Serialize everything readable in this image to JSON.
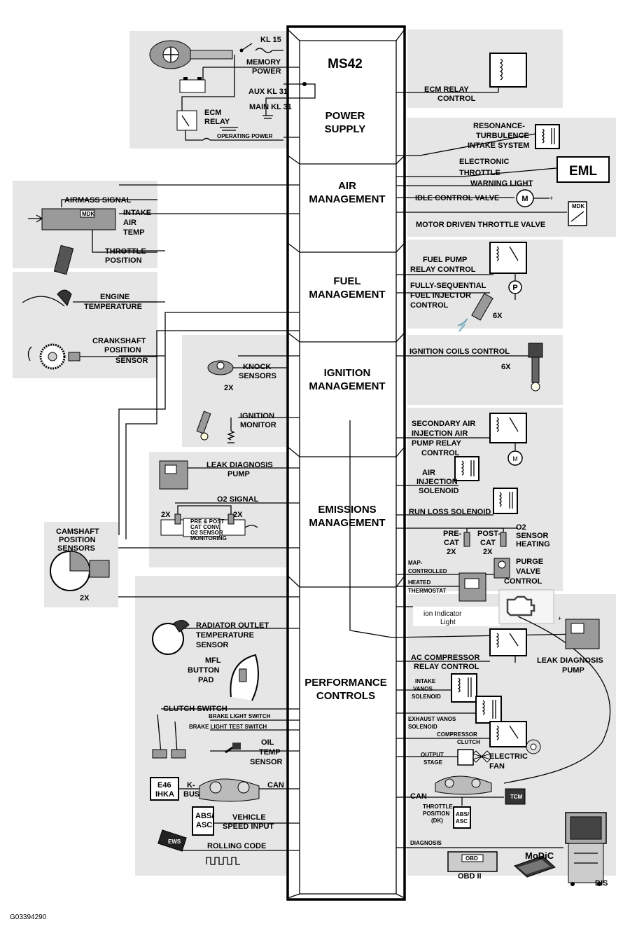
{
  "title": "MS42",
  "figure_id": "G03394290",
  "sections": {
    "power": [
      "POWER",
      "SUPPLY"
    ],
    "air": [
      "AIR",
      "MANAGEMENT"
    ],
    "fuel": [
      "FUEL",
      "MANAGEMENT"
    ],
    "ignition": [
      "IGNITION",
      "MANAGEMENT"
    ],
    "emissions": [
      "EMISSIONS",
      "MANAGEMENT"
    ],
    "performance": [
      "PERFORMANCE",
      "CONTROLS"
    ]
  },
  "left_labels": {
    "kl15": "KL 15",
    "memory_power": [
      "MEMORY",
      "POWER"
    ],
    "aux_kl31": "AUX KL 31",
    "main_kl31": "MAIN KL 31",
    "ecm_relay": [
      "ECM",
      "RELAY"
    ],
    "operating_power": "OPERATING POWER",
    "airmass_signal": "AIRMASS SIGNAL",
    "intake_air_temp": [
      "INTAKE",
      "AIR",
      "TEMP"
    ],
    "throttle_position": [
      "THROTTLE",
      "POSITION"
    ],
    "mdk": "MDK",
    "engine_temperature": [
      "ENGINE",
      "TEMPERATURE"
    ],
    "crankshaft_sensor": [
      "CRANKSHAFT",
      "POSITION",
      "SENSOR"
    ],
    "knock_sensors": [
      "KNOCK",
      "SENSORS"
    ],
    "knock_count": "2X",
    "ignition_monitor": [
      "IGNITION",
      "MONITOR"
    ],
    "leak_diagnosis_pump": [
      "LEAK DIAGNOSIS",
      "PUMP"
    ],
    "o2_signal": "O2 SIGNAL",
    "o2_left_count": "2X",
    "o2_right_count": "2X",
    "cat_label": [
      "PRE & POST",
      "CAT CONV.",
      "O2 SENSOR",
      "MONITORING"
    ],
    "camshaft_sensors": [
      "CAMSHAFT",
      "POSITION",
      "SENSORS"
    ],
    "camshaft_count": "2X",
    "radiator_outlet": [
      "RADIATOR OUTLET",
      "TEMPERATURE",
      "SENSOR"
    ],
    "mfl": [
      "MFL",
      "BUTTON",
      "PAD"
    ],
    "clutch_switch": "CLUTCH SWITCH",
    "brake_light_switch": "BRAKE LIGHT SWITCH",
    "brake_light_test": "BRAKE LIGHT  TEST SWITCH",
    "oil_temp": [
      "OIL",
      "TEMP",
      "SENSOR"
    ],
    "e46_ihka": [
      "E46",
      "IHKA"
    ],
    "kbus": [
      "K-",
      "BUS"
    ],
    "can_left": "CAN",
    "abs_asc_left": [
      "ABS/",
      "ASC"
    ],
    "vehicle_speed": [
      "VEHICLE",
      "SPEED INPUT"
    ],
    "ews": "EWS",
    "rolling_code": "ROLLING CODE"
  },
  "right_labels": {
    "ecm_relay_control": [
      "ECM RELAY",
      "CONTROL"
    ],
    "resonance": [
      "RESONANCE-",
      "TURBULENCE",
      "INTAKE SYSTEM"
    ],
    "etw": [
      "ELECTRONIC",
      "THROTTLE",
      "WARNING LIGHT"
    ],
    "eml": "EML",
    "idle_control": "IDLE CONTROL VALVE",
    "motor_m": "M",
    "mdk": "MDK",
    "mdtv": "MOTOR DRIVEN THROTTLE VALVE",
    "fuel_pump_relay": [
      "FUEL PUMP",
      "RELAY CONTROL"
    ],
    "pump_p": "P",
    "injector": [
      "FULLY-SEQUENTIAL",
      "FUEL INJECTOR",
      "CONTROL"
    ],
    "injector_count": "6X",
    "coils": "IGNITION COILS CONTROL",
    "coils_count": "6X",
    "sec_air": [
      "SECONDARY AIR",
      "INJECTION AIR",
      "PUMP RELAY",
      "CONTROL"
    ],
    "air_injection": [
      "AIR",
      "INJECTION",
      "SOLENOID"
    ],
    "run_loss": "RUN LOSS SOLENOID",
    "pre_cat": [
      "PRE-",
      "CAT",
      "2X"
    ],
    "post_cat": [
      "POST-",
      "CAT",
      "2X"
    ],
    "o2_heating": [
      "O2",
      "SENSOR",
      "HEATING"
    ],
    "map_thermostat": [
      "MAP-",
      "CONTROLLED",
      "HEATED",
      "THERMOSTAT"
    ],
    "purge_valve": [
      "PURGE",
      "VALVE",
      "CONTROL"
    ],
    "indicator_light": [
      "ion Indicator",
      "Light"
    ],
    "leak_diag_pump": [
      "LEAK DIAGNOSIS",
      "PUMP"
    ],
    "ac_compressor": [
      "AC COMPRESSOR",
      "RELAY CONTROL"
    ],
    "intake_vanos": [
      "INTAKE",
      "VANOS",
      "SOLENOID"
    ],
    "exhaust_vanos": [
      "EXHAUST  VANOS",
      "SOLENOID"
    ],
    "compressor_clutch": [
      "COMPRESSOR",
      "CLUTCH"
    ],
    "output_stage": [
      "OUTPUT",
      "STAGE"
    ],
    "electric_fan": [
      "ELECTRIC",
      "FAN"
    ],
    "can_right": "CAN",
    "tcm": "TCM",
    "throttle_dk": [
      "THROTTLE",
      "POSITION",
      "(DK)"
    ],
    "abs_asc_right": [
      "ABS/",
      "ASC"
    ],
    "diagnosis": "DIAGNOSIS",
    "obd": "OBD",
    "obd2": "OBD II",
    "modic": "MoDiC",
    "dis": "DIS",
    "plus": "+"
  }
}
